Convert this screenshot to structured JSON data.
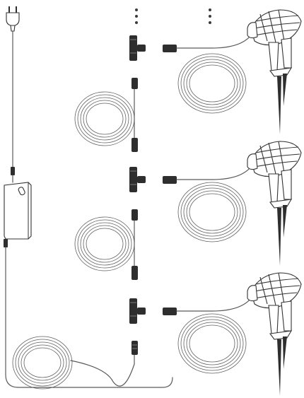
{
  "diagram": {
    "title": "",
    "components": {
      "plug": "eu-plug-icon",
      "adapter": "power-adapter-icon",
      "t_connector": "t-connector-icon",
      "extension_cable": "coiled-extension-cable-icon",
      "spotlight": "garden-spotlight-icon",
      "continuation": "vertical-ellipsis-icon"
    },
    "spotlight_count": 3,
    "extension_cable_count": 3,
    "t_connector_count": 3,
    "colors": {
      "line": "#333333",
      "background": "#ffffff"
    }
  }
}
